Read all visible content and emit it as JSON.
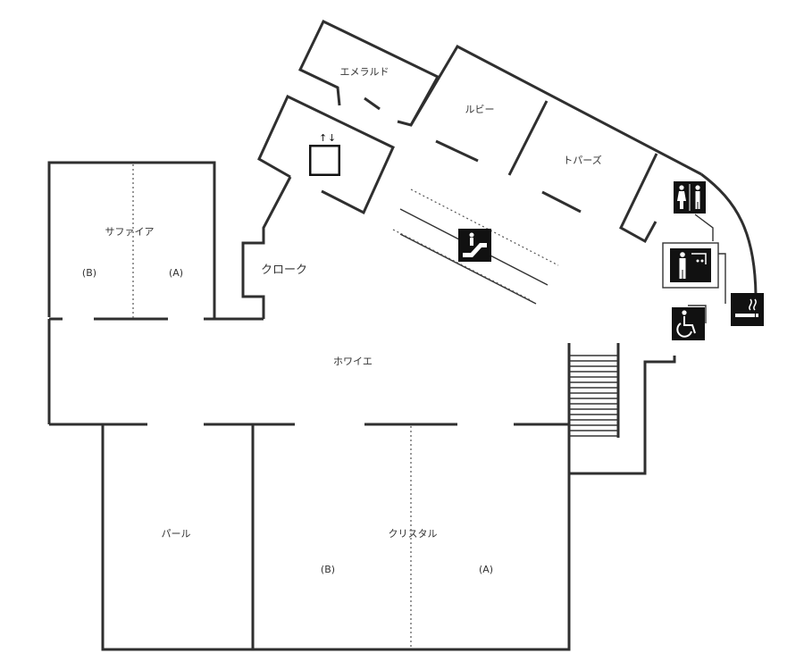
{
  "rooms": {
    "emerald": "エメラルド",
    "ruby": "ルビー",
    "topaz": "トパーズ",
    "sapphire": "サファイア",
    "sapphire_b": "(B)",
    "sapphire_a": "(A)",
    "cloak": "クローク",
    "foyer": "ホワイエ",
    "pearl": "パール",
    "crystal": "クリスタル",
    "crystal_b": "(B)",
    "crystal_a": "(A)"
  },
  "icons": {
    "elevator": "elevator-icon",
    "escalator": "escalator-icon",
    "restroom": "restroom-icon",
    "multipurpose_toilet": "multipurpose-toilet-icon",
    "accessible": "wheelchair-icon",
    "smoking": "smoking-area-icon",
    "stairs": "stairs"
  },
  "colors": {
    "wall": "#2f2f2f",
    "icon_background": "#111111",
    "icon_foreground": "#ffffff"
  }
}
